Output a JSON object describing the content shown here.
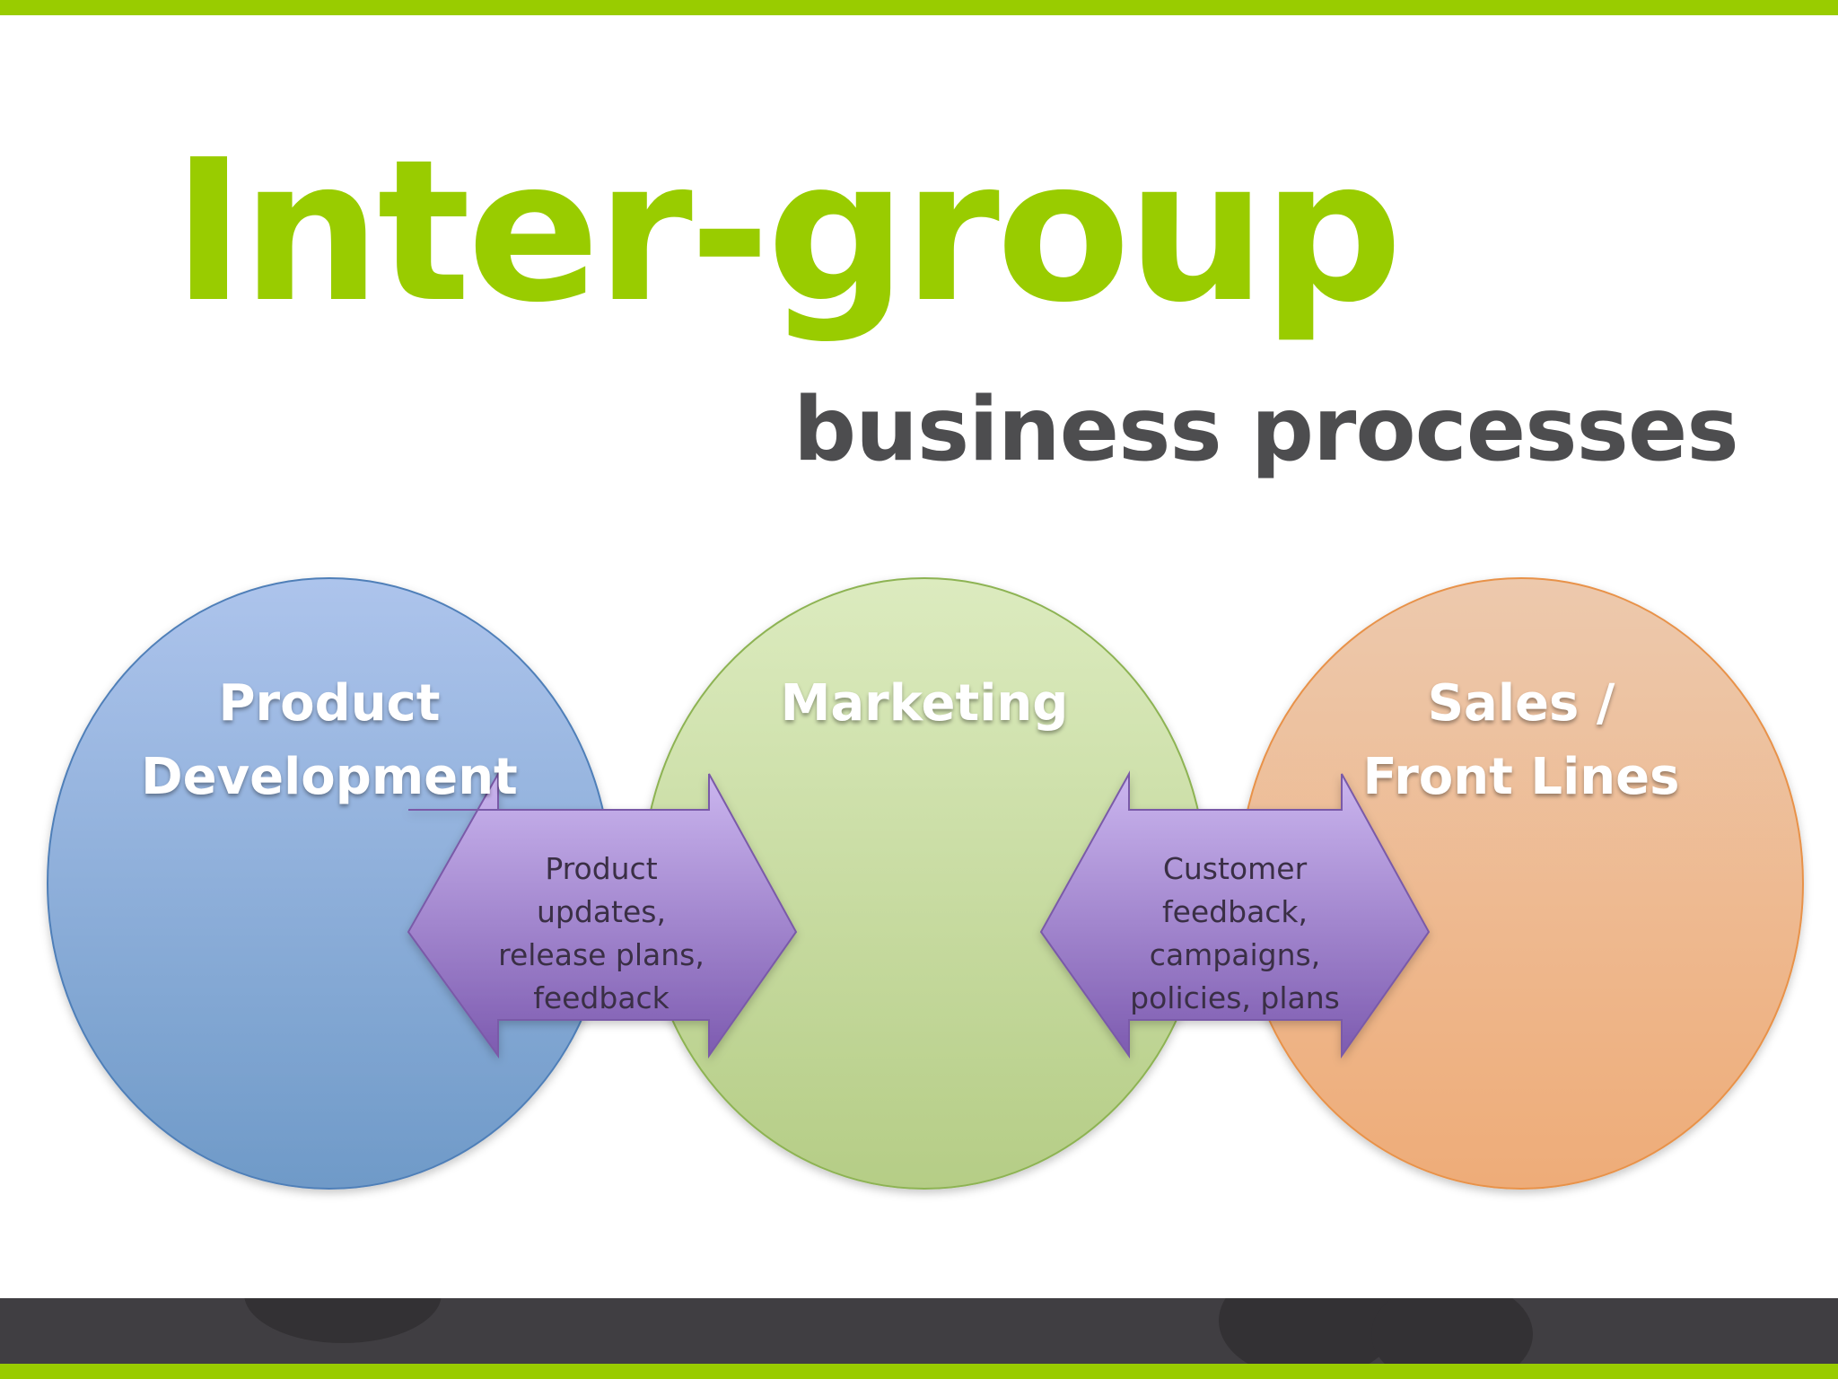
{
  "slide": {
    "title": "Inter-group",
    "subtitle": "business processes"
  },
  "groups": [
    {
      "label_lines": [
        "Product",
        "Development"
      ],
      "color": "#8fb1dd"
    },
    {
      "label_lines": [
        "Marketing"
      ],
      "color": "#cde1a8"
    },
    {
      "label_lines": [
        "Sales /",
        "Front Lines"
      ],
      "color": "#efbf96"
    }
  ],
  "arrows": [
    {
      "label_lines": [
        "Product",
        "updates,",
        "release plans,",
        "feedback"
      ],
      "color": "#a58dd2"
    },
    {
      "label_lines": [
        "Customer",
        "feedback,",
        "campaigns,",
        "policies, plans"
      ],
      "color": "#a58dd2"
    }
  ],
  "colors": {
    "accent": "#99cc00",
    "subtitle": "#4d4d4f",
    "footer": "#403e42"
  }
}
